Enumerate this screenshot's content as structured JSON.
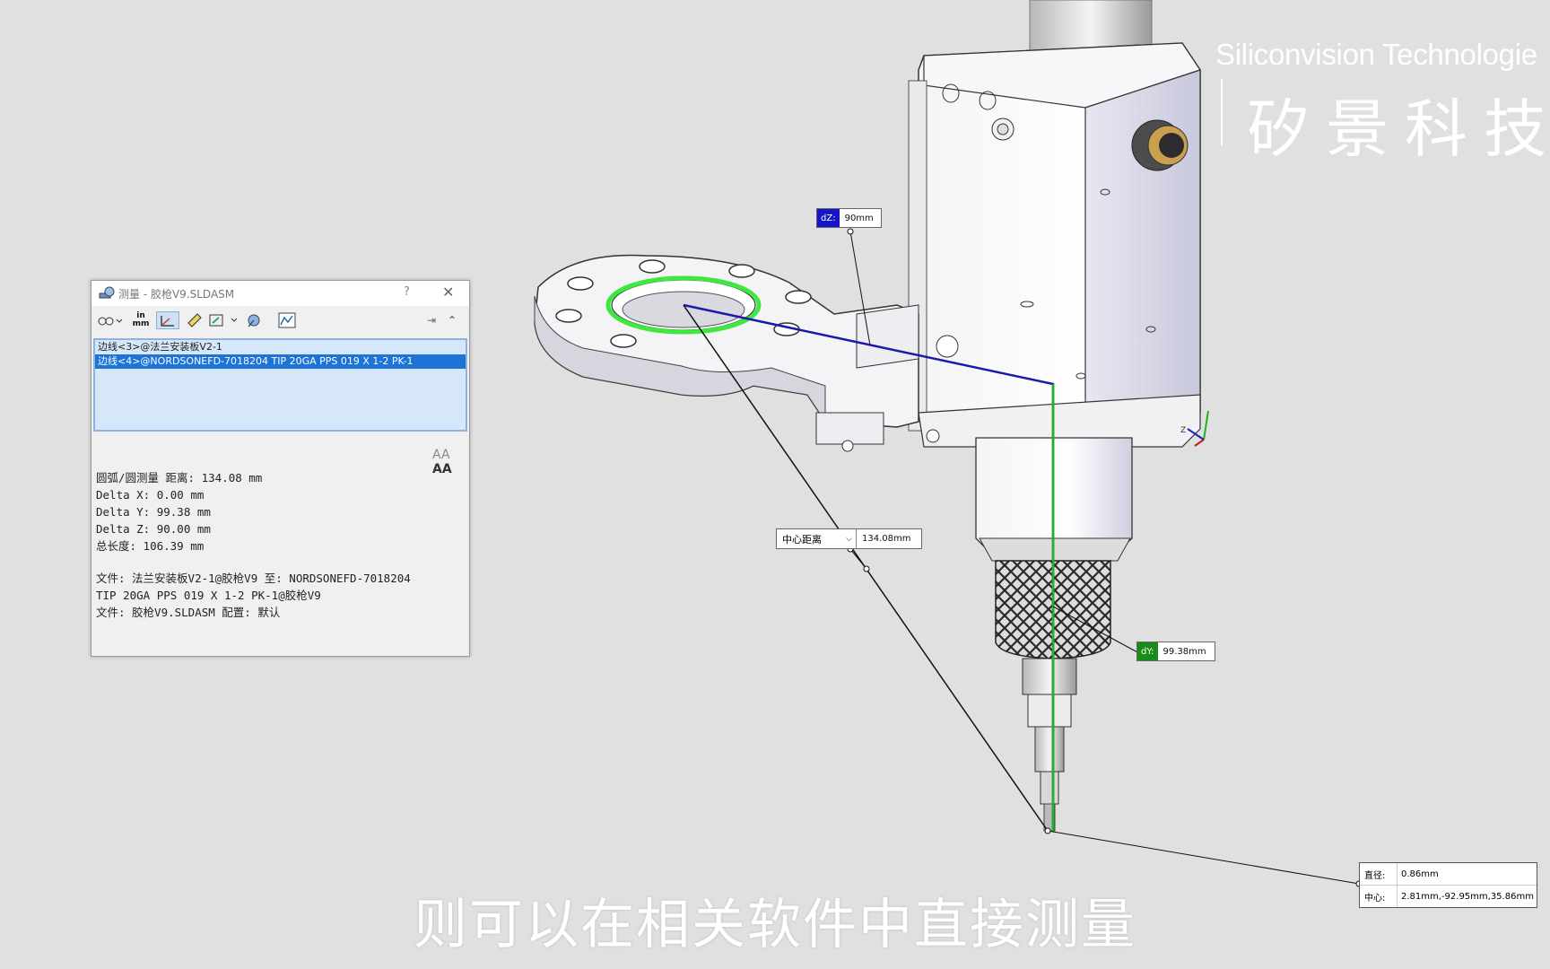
{
  "dialog": {
    "title": "测量 - 胶枪V9.SLDASM",
    "help_label": "?",
    "close_label": "✕",
    "unit_label_top": "in",
    "unit_label_bottom": "mm",
    "selections": [
      "边线<3>@法兰安装板V2-1",
      "边线<4>@NORDSONEFD-7018204 TIP 20GA PPS 019 X 1-2 PK-1"
    ],
    "font_small": "AA",
    "font_large": "AA",
    "results": {
      "arc_distance": "圆弧/圆测量 距离: 134.08 mm",
      "delta_x": "Delta X: 0.00 mm",
      "delta_y": "Delta Y: 99.38 mm",
      "delta_z": "Delta Z: 90.00 mm",
      "total_length": "总长度: 106.39 mm",
      "file_line1": "文件: 法兰安装板V2-1@胶枪V9 至: NORDSONEFD-7018204",
      "file_line2": "TIP 20GA PPS 019 X 1-2 PK-1@胶枪V9",
      "file_line3": "文件: 胶枪V9.SLDASM 配置: 默认"
    }
  },
  "viewport": {
    "dz": {
      "tag": "dZ:",
      "value": "90mm"
    },
    "center_distance": {
      "label": "中心距离",
      "value": "134.08mm"
    },
    "dy": {
      "tag": "dY:",
      "value": "99.38mm"
    },
    "circle": {
      "diameter_label": "直径:",
      "diameter_value": "0.86mm",
      "center_label": "中心:",
      "center_value": "2.81mm,-92.95mm,35.86mm"
    }
  },
  "watermark": {
    "english": "Siliconvision Technologie",
    "chinese": "矽景科技"
  },
  "subtitle": "则可以在相关软件中直接测量",
  "colors": {
    "background": "#dfe0df",
    "selection_blue": "#1d73d6",
    "dz_blue": "#1515c8",
    "dy_green": "#1a8a1a",
    "ring_green": "#3ee83e",
    "measure_blue": "#1a1aa8"
  }
}
